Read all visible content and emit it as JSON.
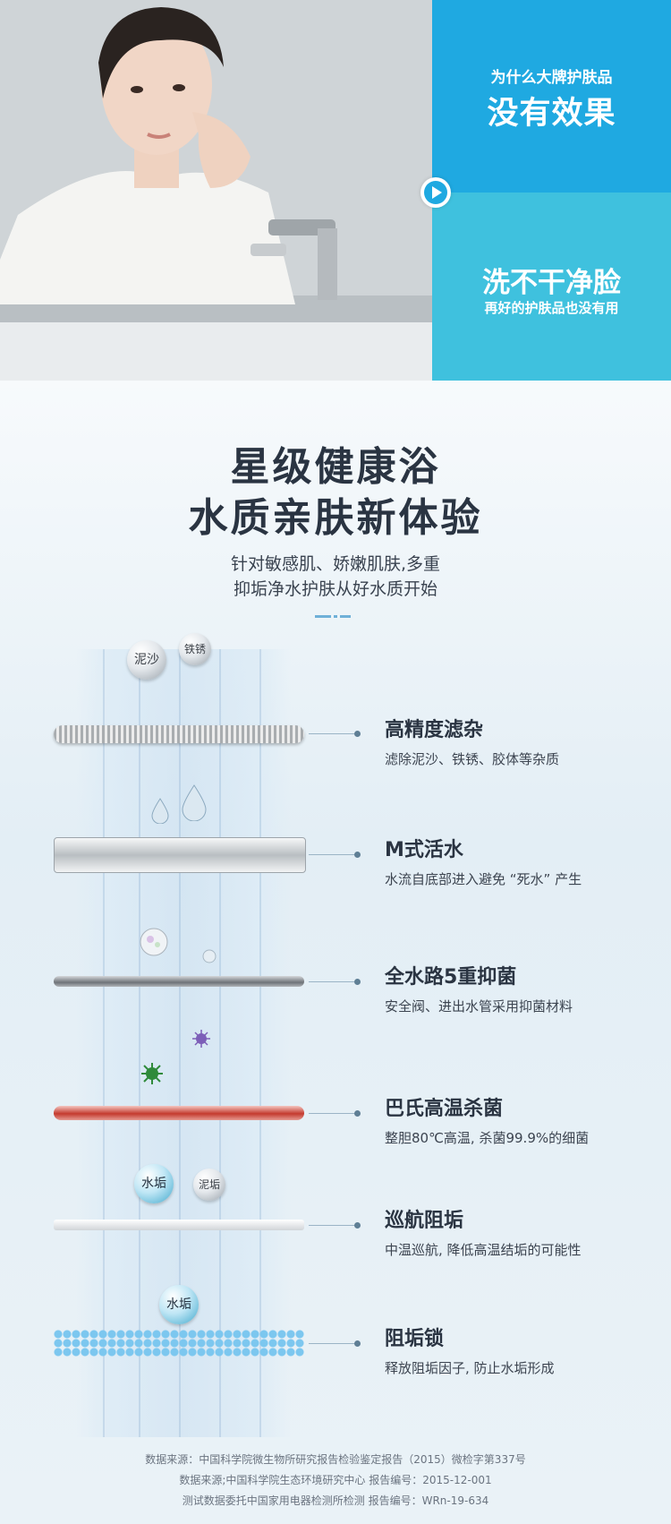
{
  "hero": {
    "top_panel": {
      "small": "为什么大牌护肤品",
      "big": "没有效果"
    },
    "bottom_panel": {
      "big": "洗不干净脸",
      "small": "再好的护肤品也没有用"
    },
    "colors": {
      "top_panel": "#1fa9e1",
      "bottom_panel": "#3fc1de"
    }
  },
  "heading": {
    "title_line1": "星级健康浴",
    "title_line2": "水质亲肤新体验",
    "subtitle_line1": "针对敏感肌、娇嫩肌肤,多重",
    "subtitle_line2": "抑垢净水护肤从好水质开始"
  },
  "bubbles": {
    "silt": "泥沙",
    "rust": "铁锈",
    "scale": "水垢",
    "silt2": "泥垢",
    "scale2": "水垢"
  },
  "features": [
    {
      "title": "高精度滤杂",
      "desc": "滤除泥沙、铁锈、胶体等杂质"
    },
    {
      "title": "M式活水",
      "desc": "水流自底部进入避免 “死水” 产生"
    },
    {
      "title": "全水路5重抑菌",
      "desc": "安全阀、进出水管采用抑菌材料"
    },
    {
      "title": "巴氏高温杀菌",
      "desc": "整胆80℃高温, 杀菌99.9%的细菌"
    },
    {
      "title": "巡航阻垢",
      "desc": "中温巡航, 降低高温结垢的可能性"
    },
    {
      "title": "阻垢锁",
      "desc": "释放阻垢因子, 防止水垢形成"
    }
  ],
  "footnotes": [
    "数据来源：中国科学院微生物所研究报告检验鉴定报告（2015）微检字第337号",
    "数据来源;中国科学院生态环境研究中心 报告编号：2015-12-001",
    "测试数据委托中国家用电器检测所检测 报告编号：WRn-19-634"
  ]
}
